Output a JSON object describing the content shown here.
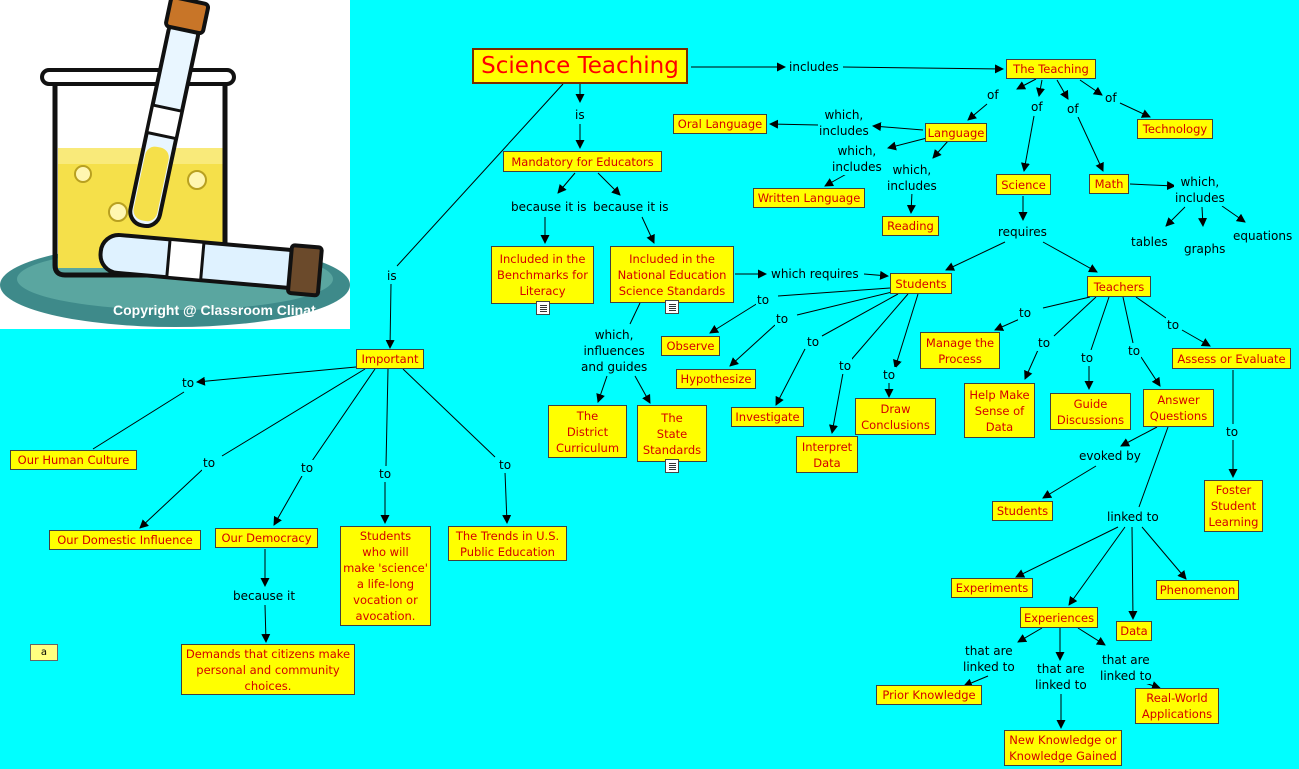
{
  "photo": {
    "copyright": "Copyright @ Classroom Clinat"
  },
  "nodes": {
    "science_teaching": "Science Teaching",
    "the_teaching": "The Teaching",
    "mandatory": "Mandatory for Educators",
    "oral_language": "Oral Language",
    "language": "Language",
    "technology": "Technology",
    "written_language": "Written Language",
    "reading": "Reading",
    "science": "Science",
    "math": "Math",
    "benchmarks": "Included in the\nBenchmarks for\nLiteracy",
    "nses": "Included in the\nNational Education\nScience Standards",
    "students": "Students",
    "teachers": "Teachers",
    "important": "Important",
    "observe": "Observe",
    "hypothesize": "Hypothesize",
    "investigate": "Investigate",
    "interpret_data": "Interpret\nData",
    "draw_conclusions": "Draw\nConclusions",
    "manage_process": "Manage the\nProcess",
    "help_make_sense": "Help Make\nSense of\nData",
    "guide_discussions": "Guide\nDiscussions",
    "answer_questions": "Answer\nQuestions",
    "assess_evaluate": "Assess or Evaluate",
    "district_curriculum": "The\nDistrict\nCurriculum",
    "state_standards": "The\nState\nStandards",
    "our_human_culture": "Our Human Culture",
    "our_domestic_influence": "Our Domestic Influence",
    "our_democracy": "Our Democracy",
    "students_vocation": "Students\nwho will\nmake 'science'\na life-long\nvocation or\navocation.",
    "trends": "The Trends in U.S.\nPublic Education",
    "demands": "Demands that citizens make\npersonal and community\nchoices.",
    "students2": "Students",
    "foster": "Foster\nStudent\nLearning",
    "experiments": "Experiments",
    "phenomenon": "Phenomenon",
    "experiences": "Experiences",
    "data": "Data",
    "prior_knowledge": "Prior Knowledge",
    "real_world": "Real-World\nApplications",
    "new_knowledge": "New Knowledge or\nKnowledge Gained"
  },
  "labels": {
    "includes": "includes",
    "is_top": "is",
    "is_left": "is",
    "of": "of",
    "which_includes": "which,\nincludes",
    "because_it_is": "because it is",
    "requires": "requires",
    "which_requires": "which requires",
    "which_influences": "which,\ninfluences\nand guides",
    "to": "to",
    "tables": "tables",
    "graphs": "graphs",
    "equations": "equations",
    "because_it": "because it",
    "evoked_by": "evoked by",
    "linked_to": "linked to",
    "that_are_linked_to": "that are\nlinked to"
  },
  "note_icon": "a",
  "colors": {
    "background": "#00ffff",
    "node_fill": "#ffff00",
    "node_text": "#d40000"
  }
}
